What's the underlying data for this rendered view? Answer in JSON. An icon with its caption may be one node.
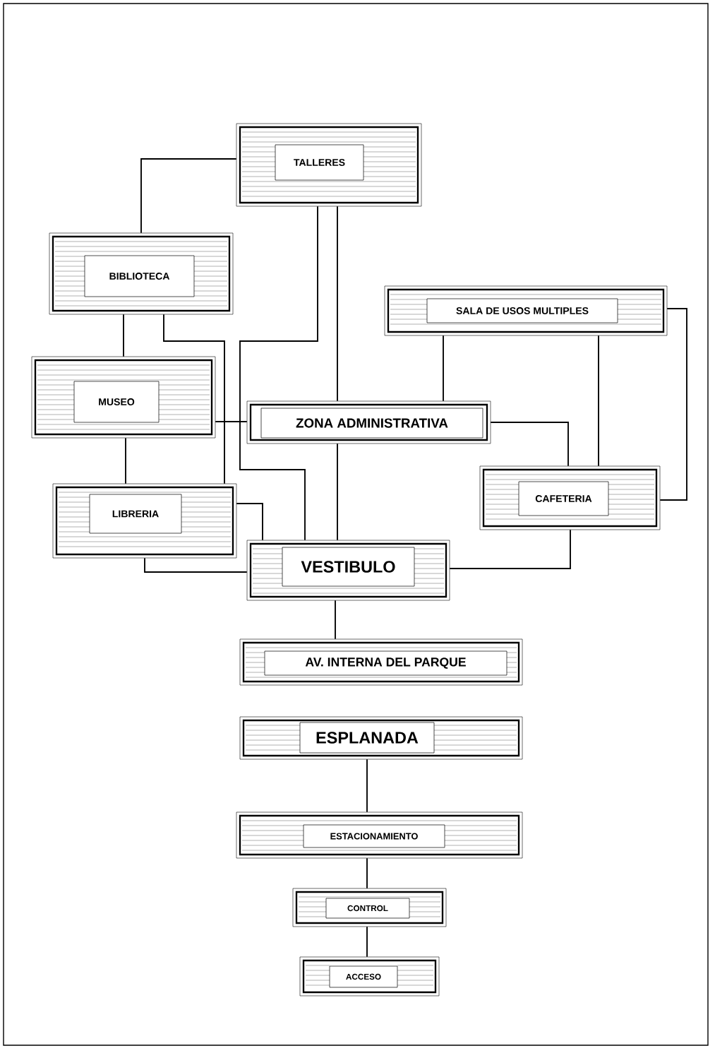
{
  "diagram": {
    "nodes": [
      {
        "text": [
          "TALLERES"
        ]
      },
      {
        "text": [
          "BIBLIOTECA"
        ]
      },
      {
        "text": [
          "SALA DE USOS MULTIPLES"
        ]
      },
      {
        "text": [
          "MUSEO"
        ]
      },
      {
        "text": [
          "ZONA ADMINISTRATIVA"
        ]
      },
      {
        "text": [
          "CAFETERIA"
        ]
      },
      {
        "text": [
          "LIBRERIA"
        ]
      },
      {
        "text": [
          "VESTIBULO"
        ]
      },
      {
        "text": [
          "AV. INTERNA DEL PARQUE"
        ]
      },
      {
        "text": [
          "ESPLANADA"
        ]
      },
      {
        "text": [
          "ESTACIONAMIENTO"
        ]
      },
      {
        "text": [
          "CONTROL"
        ]
      },
      {
        "text": [
          "ACCESO"
        ]
      }
    ],
    "edges": [
      {
        "from": 0,
        "to": 1,
        "arrow": "none"
      },
      {
        "from": 0,
        "to": 4,
        "arrow": "none"
      },
      {
        "from": 0,
        "to": 7,
        "arrow": "none"
      },
      {
        "from": 1,
        "to": 3,
        "arrow": "none"
      },
      {
        "from": 1,
        "to": 6,
        "arrow": "none"
      },
      {
        "from": 3,
        "to": 4,
        "arrow": "none"
      },
      {
        "from": 3,
        "to": 6,
        "arrow": "none"
      },
      {
        "from": 6,
        "to": 7,
        "arrow": "none"
      },
      {
        "from": 6,
        "to": 7,
        "arrow": "none"
      },
      {
        "from": 4,
        "to": 7,
        "arrow": "none"
      },
      {
        "from": 2,
        "to": 4,
        "arrow": "none"
      },
      {
        "from": 4,
        "to": 5,
        "arrow": "none"
      },
      {
        "from": 2,
        "to": 5,
        "arrow": "none"
      },
      {
        "from": 2,
        "to": 5,
        "arrow": "none"
      },
      {
        "from": 5,
        "to": 7,
        "arrow": "none"
      },
      {
        "from": 7,
        "to": 8,
        "arrow": "none"
      },
      {
        "from": 9,
        "to": 10,
        "arrow": "none"
      },
      {
        "from": 10,
        "to": 11,
        "arrow": "none"
      },
      {
        "from": 11,
        "to": 12,
        "arrow": "none"
      }
    ]
  }
}
